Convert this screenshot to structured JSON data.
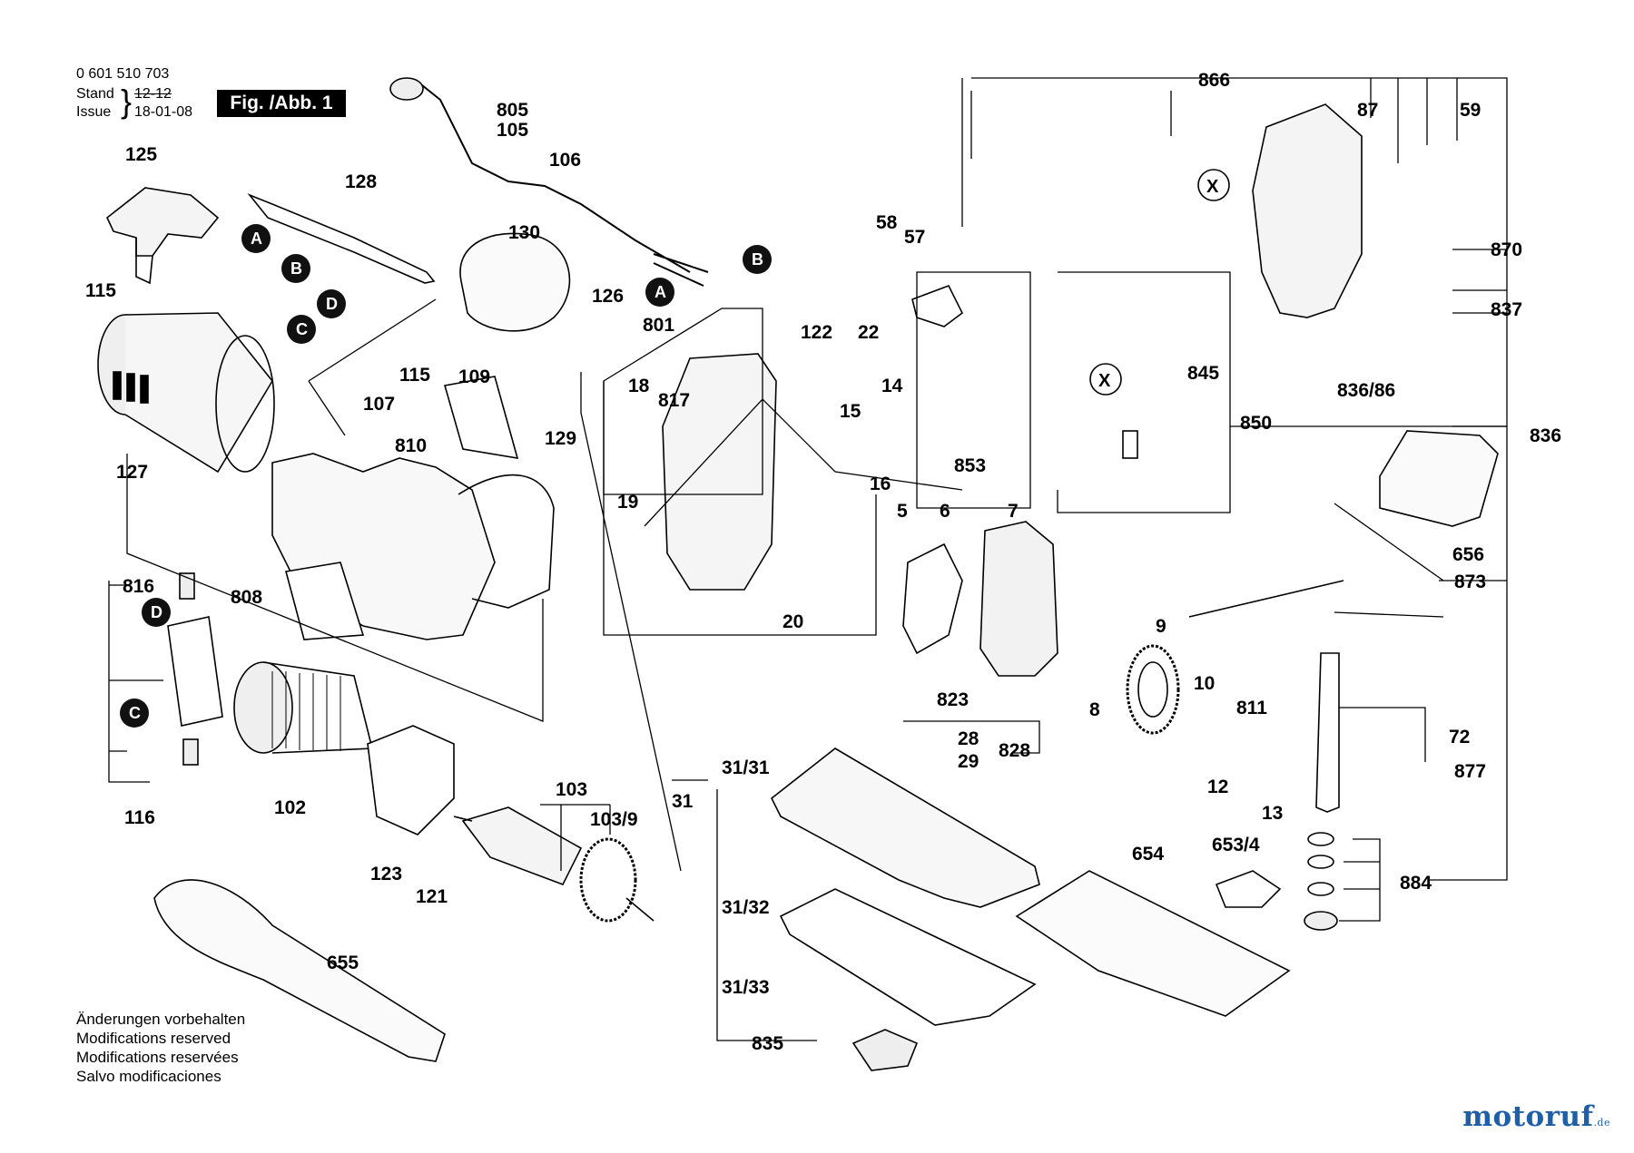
{
  "header": {
    "part_number": "0 601 510 703",
    "stand_label": "Stand",
    "issue_label": "Issue",
    "stand_value": "12-12",
    "issue_value": "18-01-08",
    "figure_label": "Fig. /Abb. 1"
  },
  "notes": [
    "Änderungen vorbehalten",
    "Modifications reserved",
    "Modifications reservées",
    "Salvo modificaciones"
  ],
  "watermark": {
    "brand": "motoruf",
    "tld": ".de",
    "color": "#1f5fa8"
  },
  "callouts": [
    "A",
    "B",
    "C",
    "D"
  ],
  "part_labels": [
    "125",
    "128",
    "805",
    "105",
    "106",
    "130",
    "126",
    "115",
    "127",
    "115",
    "107",
    "109",
    "810",
    "129",
    "801",
    "18",
    "817",
    "122",
    "22",
    "14",
    "15",
    "16",
    "19",
    "5",
    "6",
    "7",
    "20",
    "816",
    "808",
    "116",
    "102",
    "123",
    "121",
    "103",
    "103/9",
    "655",
    "866",
    "87",
    "59",
    "870",
    "837",
    "836/86",
    "850",
    "836",
    "58",
    "57",
    "845",
    "853",
    "656",
    "873",
    "9",
    "8",
    "10",
    "811",
    "72",
    "12",
    "13",
    "877",
    "823",
    "28",
    "828",
    "29",
    "31/31",
    "31",
    "31/32",
    "31/33",
    "835",
    "654",
    "653/4",
    "884"
  ]
}
